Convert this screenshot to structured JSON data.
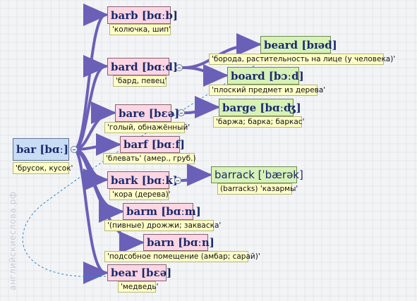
{
  "watermark": "английскиеслова.рф",
  "root": {
    "word": "bar [bɑː]",
    "translation": "'брусок, кусок'"
  },
  "branches": [
    {
      "id": "barb",
      "word": "barb [bɑːb]",
      "translation": "'колючка, шип'"
    },
    {
      "id": "bard",
      "word": "bard [bɑːd]",
      "translation": "'бард, певец'"
    },
    {
      "id": "bare",
      "word": "bare [bɛə]",
      "translation": "'голый, обнажённый'"
    },
    {
      "id": "barf",
      "word": "barf [bɑːf]",
      "translation": "'блевать' (амер., груб.)"
    },
    {
      "id": "bark",
      "word": "bark [bɑːk]",
      "translation": "'кора (дерева)'"
    },
    {
      "id": "barm",
      "word": "barm [bɑːm]",
      "translation": "'(пивные) дрожжи; закваска'"
    },
    {
      "id": "barn",
      "word": "barn [bɑːn]",
      "translation": "'подсобное помещение (амбар; сарай)'"
    },
    {
      "id": "bear",
      "word": "bear [bɛə]",
      "translation": "'медведь'"
    }
  ],
  "subbranches": [
    {
      "id": "beard",
      "word": "beard [bɪəd]",
      "translation": "'борода, растительность на лице (у человека)'"
    },
    {
      "id": "board",
      "word": "board [bɔːd]",
      "translation": "'плоский предмет из дерева'"
    },
    {
      "id": "barge",
      "word": "barge [bɑːʤ]",
      "translation": "'баржа; барка; баркас'"
    },
    {
      "id": "barrack",
      "word": "barrack [ˈbærək]",
      "translation": "(barracks) 'казармы'"
    }
  ],
  "colors": {
    "edge": "#6a60b8",
    "dashed": "#2f86c9"
  }
}
